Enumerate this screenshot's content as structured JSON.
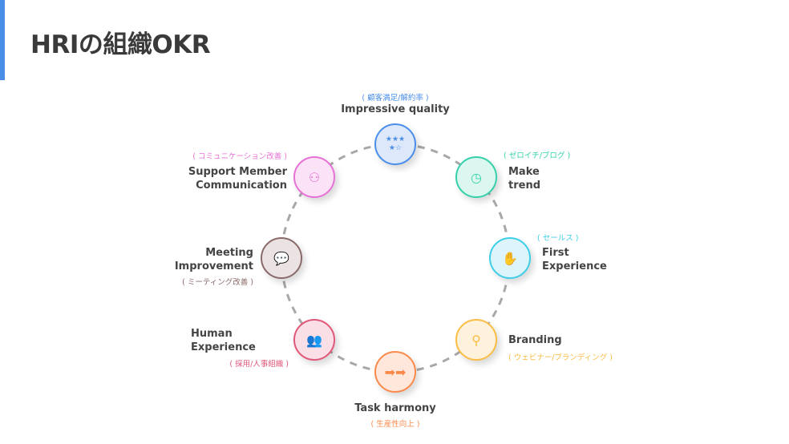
{
  "title": "HRIの組織OKR",
  "items": [
    {
      "name": "Impressive quality",
      "sub": "( 顧客満足/解約率 )",
      "icon": "stars-icon",
      "glyph": "★★★\n★☆",
      "color": "#4a8ee8",
      "fill": "#dde9fb"
    },
    {
      "name": "Make\ntrend",
      "sub": "( ゼロイチ/ブログ )",
      "icon": "notebook-clock-icon",
      "glyph": "◷",
      "color": "#35d1aa",
      "fill": "#dcf6f0"
    },
    {
      "name": "First\nExperience",
      "sub": "( セールス )",
      "icon": "hand-tag-icon",
      "glyph": "✋",
      "color": "#3dcfe8",
      "fill": "#ddf5fa"
    },
    {
      "name": "Branding",
      "sub": "( ウェビナー/ブランディング )",
      "icon": "stamp-icon",
      "glyph": "⚲",
      "color": "#fbbd45",
      "fill": "#fff2dc"
    },
    {
      "name": "Task harmony",
      "sub": "( 生産性向上 )",
      "icon": "arrows-icon",
      "glyph": "➡➡",
      "color": "#fb8a4a",
      "fill": "#ffe8db"
    },
    {
      "name": "Human\nExperience",
      "sub": "( 採用/人事組織 )",
      "icon": "people-icon",
      "glyph": "👥",
      "color": "#e0577a",
      "fill": "#fadfe6"
    },
    {
      "name": "Meeting\nImprovement",
      "sub": "( ミーティング改善 )",
      "icon": "meeting-icon",
      "glyph": "💬",
      "color": "#8a6a6a",
      "fill": "#ebe3e3"
    },
    {
      "name": "Support Member\nCommunication",
      "sub": "( コミュニケーション改善 )",
      "icon": "team-network-icon",
      "glyph": "⚇",
      "color": "#e672d6",
      "fill": "#fbe2f6"
    }
  ]
}
